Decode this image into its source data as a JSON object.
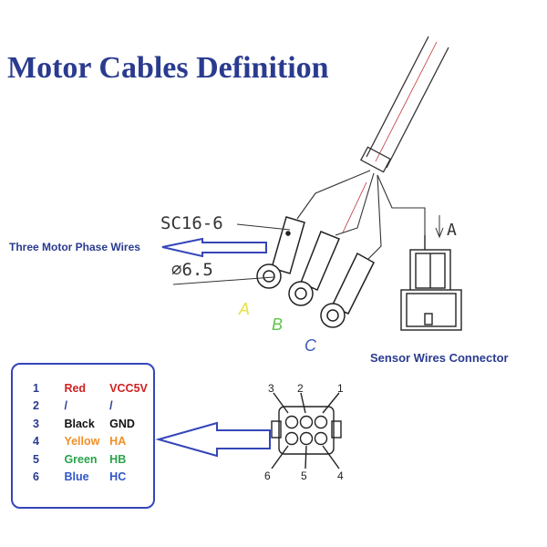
{
  "title": "Motor Cables Definition",
  "labels": {
    "phase_wires": "Three Motor Phase Wires",
    "sensor_connector": "Sensor Wires Connector",
    "part_code": "SC16-6",
    "diameter": "⌀6.5",
    "section": "A"
  },
  "phases": [
    {
      "letter": "A",
      "color": "#e8e048"
    },
    {
      "letter": "B",
      "color": "#62c24a"
    },
    {
      "letter": "C",
      "color": "#3c56b8"
    }
  ],
  "connector_pins": [
    "1",
    "2",
    "3",
    "4",
    "5",
    "6"
  ],
  "pin_table": [
    {
      "pin": "1",
      "color_name": "Red",
      "signal": "VCC5V",
      "hex": "#d12020"
    },
    {
      "pin": "2",
      "color_name": "/",
      "signal": "/",
      "hex": "#2a3b8f"
    },
    {
      "pin": "3",
      "color_name": "Black",
      "signal": "GND",
      "hex": "#111111"
    },
    {
      "pin": "4",
      "color_name": "Yellow",
      "signal": "HA",
      "hex": "#f0902a"
    },
    {
      "pin": "5",
      "color_name": "Green",
      "signal": "HB",
      "hex": "#2aa34a"
    },
    {
      "pin": "6",
      "color_name": "Blue",
      "signal": "HC",
      "hex": "#2f56c8"
    }
  ],
  "colors": {
    "arrow": "#3546b8",
    "title": "#2a3b8f",
    "line": "#333333"
  }
}
